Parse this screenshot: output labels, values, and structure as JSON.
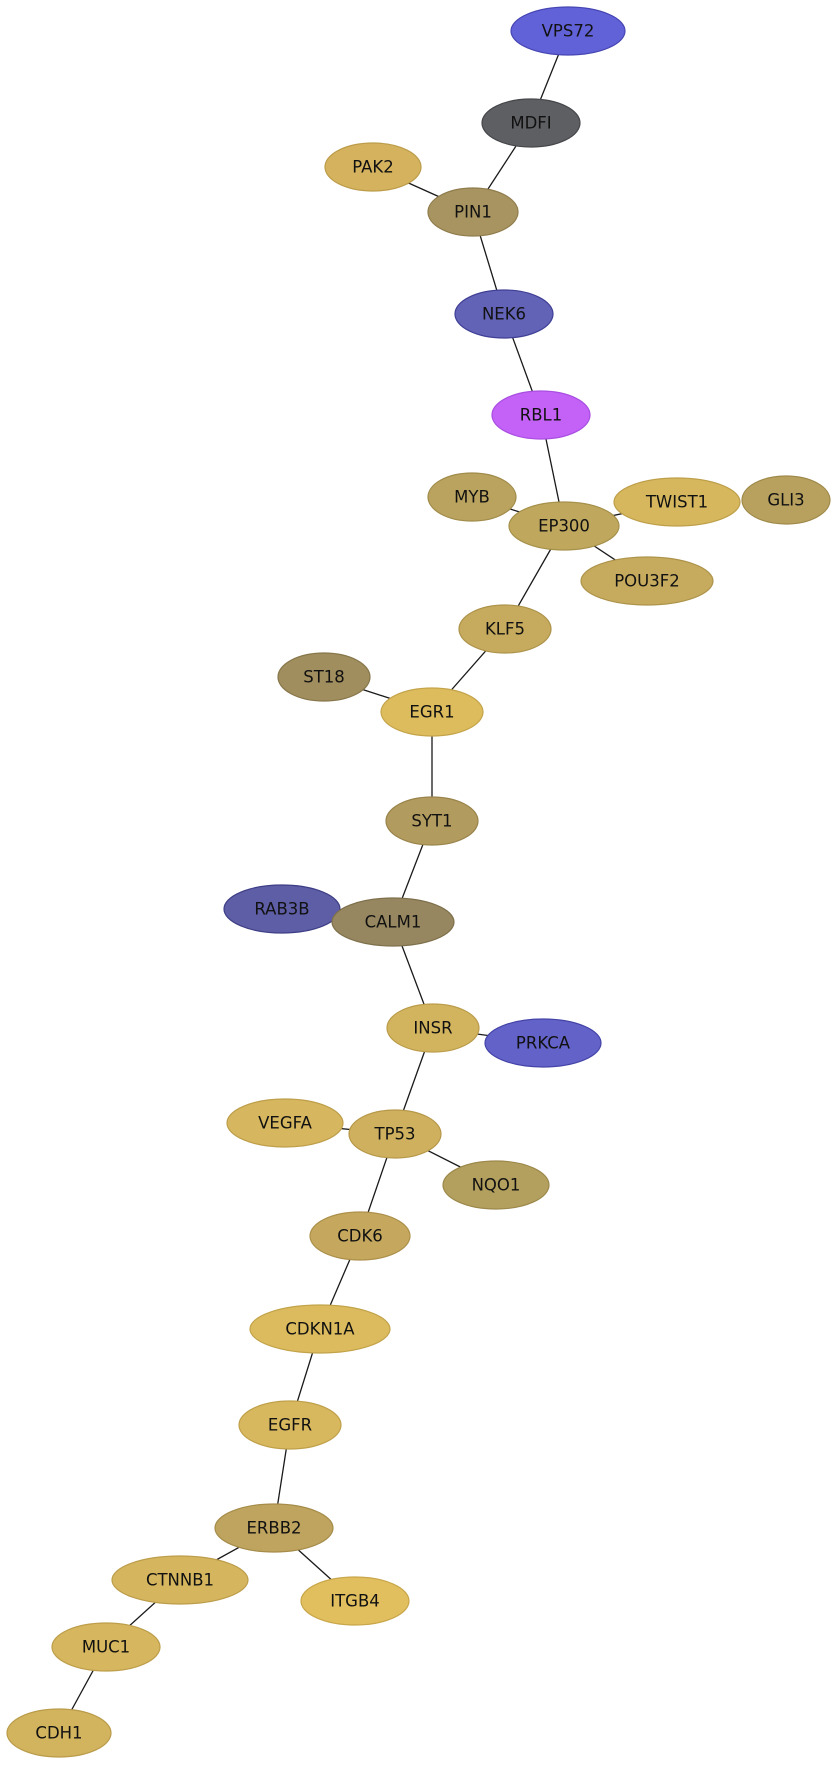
{
  "network": {
    "nodes": [
      {
        "id": "VPS72",
        "label": "VPS72",
        "fill": "#6262d8",
        "stroke": "#4646b4"
      },
      {
        "id": "MDFI",
        "label": "MDFI",
        "fill": "#5e5f63",
        "stroke": "#46474b"
      },
      {
        "id": "PAK2",
        "label": "PAK2",
        "fill": "#d5b35e",
        "stroke": "#bc9c4a"
      },
      {
        "id": "PIN1",
        "label": "PIN1",
        "fill": "#a89460",
        "stroke": "#8f7c4c"
      },
      {
        "id": "NEK6",
        "label": "NEK6",
        "fill": "#6262b6",
        "stroke": "#3f3f96"
      },
      {
        "id": "RBL1",
        "label": "RBL1",
        "fill": "#c462f8",
        "stroke": "#a84ee0"
      },
      {
        "id": "MYB",
        "label": "MYB",
        "fill": "#b9a35e",
        "stroke": "#a08b4a"
      },
      {
        "id": "EP300",
        "label": "EP300",
        "fill": "#bfa85e",
        "stroke": "#a6904a"
      },
      {
        "id": "TWIST1",
        "label": "TWIST1",
        "fill": "#d6b75e",
        "stroke": "#bd9f4a"
      },
      {
        "id": "GLI3",
        "label": "GLI3",
        "fill": "#b8a15e",
        "stroke": "#9f894a"
      },
      {
        "id": "POU3F2",
        "label": "POU3F2",
        "fill": "#c6ab5e",
        "stroke": "#ad934a"
      },
      {
        "id": "KLF5",
        "label": "KLF5",
        "fill": "#c6ab5e",
        "stroke": "#ad934a"
      },
      {
        "id": "ST18",
        "label": "ST18",
        "fill": "#a08e5e",
        "stroke": "#87764a"
      },
      {
        "id": "EGR1",
        "label": "EGR1",
        "fill": "#ddbc5e",
        "stroke": "#c4a44a"
      },
      {
        "id": "SYT1",
        "label": "SYT1",
        "fill": "#b29b5e",
        "stroke": "#99834a"
      },
      {
        "id": "RAB3B",
        "label": "RAB3B",
        "fill": "#5e5ea6",
        "stroke": "#3e3e86"
      },
      {
        "id": "CALM1",
        "label": "CALM1",
        "fill": "#978760",
        "stroke": "#7e704c"
      },
      {
        "id": "INSR",
        "label": "INSR",
        "fill": "#d3b45e",
        "stroke": "#ba9c4a"
      },
      {
        "id": "PRKCA",
        "label": "PRKCA",
        "fill": "#6262c8",
        "stroke": "#4444a8"
      },
      {
        "id": "VEGFA",
        "label": "VEGFA",
        "fill": "#d6b65e",
        "stroke": "#bd9e4a"
      },
      {
        "id": "TP53",
        "label": "TP53",
        "fill": "#cfb05e",
        "stroke": "#b6984a"
      },
      {
        "id": "NQO1",
        "label": "NQO1",
        "fill": "#b4a05e",
        "stroke": "#9b884a"
      },
      {
        "id": "CDK6",
        "label": "CDK6",
        "fill": "#c5a85e",
        "stroke": "#ac904a"
      },
      {
        "id": "CDKN1A",
        "label": "CDKN1A",
        "fill": "#dbbb5e",
        "stroke": "#c2a34a"
      },
      {
        "id": "EGFR",
        "label": "EGFR",
        "fill": "#d8b85e",
        "stroke": "#bfa04a"
      },
      {
        "id": "ERBB2",
        "label": "ERBB2",
        "fill": "#bea45e",
        "stroke": "#a58c4a"
      },
      {
        "id": "CTNNB1",
        "label": "CTNNB1",
        "fill": "#d5b55e",
        "stroke": "#bc9d4a"
      },
      {
        "id": "ITGB4",
        "label": "ITGB4",
        "fill": "#e1be5e",
        "stroke": "#c8a64a"
      },
      {
        "id": "MUC1",
        "label": "MUC1",
        "fill": "#d6b65e",
        "stroke": "#bd9e4a"
      },
      {
        "id": "CDH1",
        "label": "CDH1",
        "fill": "#d2b35e",
        "stroke": "#b99b4a"
      }
    ],
    "edges": [
      [
        "VPS72",
        "MDFI"
      ],
      [
        "MDFI",
        "PIN1"
      ],
      [
        "PAK2",
        "PIN1"
      ],
      [
        "PIN1",
        "NEK6"
      ],
      [
        "NEK6",
        "RBL1"
      ],
      [
        "RBL1",
        "EP300"
      ],
      [
        "MYB",
        "EP300"
      ],
      [
        "EP300",
        "TWIST1"
      ],
      [
        "EP300",
        "POU3F2"
      ],
      [
        "EP300",
        "KLF5"
      ],
      [
        "KLF5",
        "EGR1"
      ],
      [
        "ST18",
        "EGR1"
      ],
      [
        "EGR1",
        "SYT1"
      ],
      [
        "SYT1",
        "CALM1"
      ],
      [
        "CALM1",
        "INSR"
      ],
      [
        "INSR",
        "PRKCA"
      ],
      [
        "INSR",
        "TP53"
      ],
      [
        "VEGFA",
        "TP53"
      ],
      [
        "TP53",
        "NQO1"
      ],
      [
        "TP53",
        "CDK6"
      ],
      [
        "CDK6",
        "CDKN1A"
      ],
      [
        "CDKN1A",
        "EGFR"
      ],
      [
        "EGFR",
        "ERBB2"
      ],
      [
        "ERBB2",
        "CTNNB1"
      ],
      [
        "ERBB2",
        "ITGB4"
      ],
      [
        "CTNNB1",
        "MUC1"
      ],
      [
        "MUC1",
        "CDH1"
      ]
    ]
  }
}
